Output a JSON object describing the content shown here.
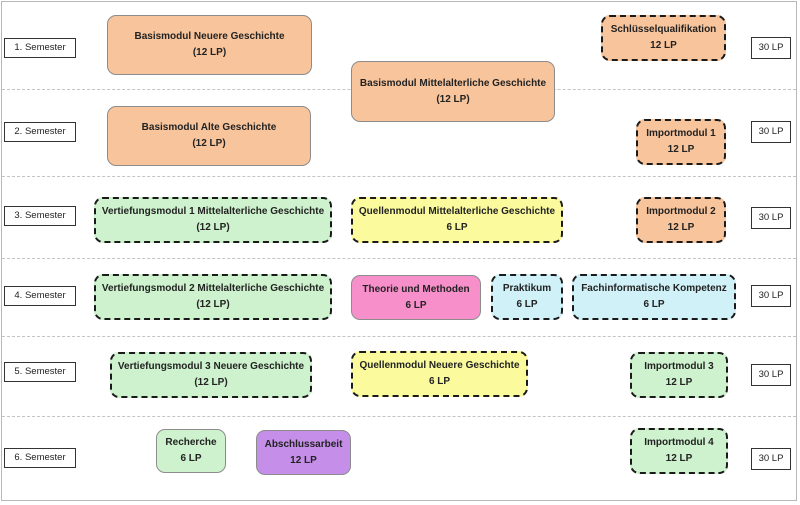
{
  "semesters": [
    {
      "label": "1. Semester",
      "credits": "30 LP"
    },
    {
      "label": "2. Semester",
      "credits": "30 LP"
    },
    {
      "label": "3. Semester",
      "credits": "30 LP"
    },
    {
      "label": "4. Semester",
      "credits": "30 LP"
    },
    {
      "label": "5. Semester",
      "credits": "30 LP"
    },
    {
      "label": "6. Semester",
      "credits": "30 LP"
    }
  ],
  "colors": {
    "basismodul": "#f8c49b",
    "vertiefungsmodul": "#cdf2cd",
    "quellenmodul": "#fbfb9e",
    "theorie": "#f78fcb",
    "praktikum": "#cff1f7",
    "abschlussarbeit": "#c58ee8"
  },
  "modules": {
    "basis_neuere": {
      "title": "Basismodul Neuere Geschichte",
      "credits": "(12 LP)"
    },
    "basis_mittel": {
      "title": "Basismodul Mittelalterliche Geschichte",
      "credits": "(12 LP)"
    },
    "basis_alte": {
      "title": "Basismodul Alte Geschichte",
      "credits": "(12 LP)"
    },
    "schluessel": {
      "title": "Schlüsselqualifikation",
      "credits": "12 LP"
    },
    "import1": {
      "title": "Importmodul 1",
      "credits": "12 LP"
    },
    "vertiefung1": {
      "title": "Vertiefungsmodul 1 Mittelalterliche Geschichte",
      "credits": "(12 LP)"
    },
    "quellen_mittel": {
      "title": "Quellenmodul Mittelalterliche Geschichte",
      "credits": "6 LP"
    },
    "import2": {
      "title": "Importmodul 2",
      "credits": "12 LP"
    },
    "vertiefung2": {
      "title": "Vertiefungsmodul 2 Mittelalterliche Geschichte",
      "credits": "(12 LP)"
    },
    "theorie": {
      "title": "Theorie und Methoden",
      "credits": "6 LP"
    },
    "praktikum": {
      "title": "Praktikum",
      "credits": "6 LP"
    },
    "fachinformatik": {
      "title": "Fachinformatische Kompetenz",
      "credits": "6 LP"
    },
    "vertiefung3": {
      "title": "Vertiefungsmodul 3 Neuere Geschichte",
      "credits": "(12 LP)"
    },
    "quellen_neuere": {
      "title": "Quellenmodul Neuere Geschichte",
      "credits": "6 LP"
    },
    "import3": {
      "title": "Importmodul 3",
      "credits": "12 LP"
    },
    "recherche": {
      "title": "Recherche",
      "credits": "6 LP"
    },
    "abschluss": {
      "title": "Abschlussarbeit",
      "credits": "12 LP"
    },
    "import4": {
      "title": "Importmodul 4",
      "credits": "12 LP"
    }
  }
}
